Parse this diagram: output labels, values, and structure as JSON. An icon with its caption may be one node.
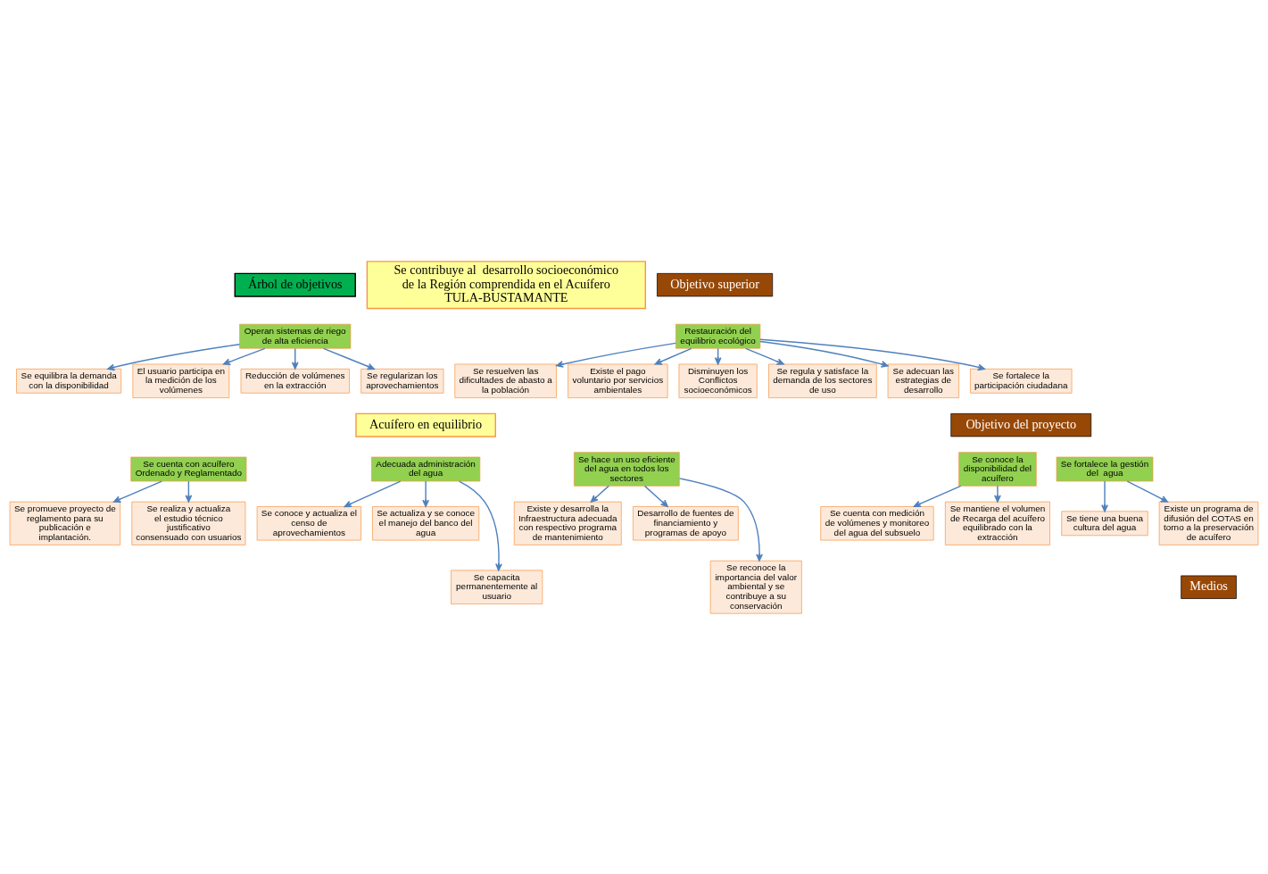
{
  "diagram": {
    "nodes": [
      {
        "text": [
          "Árbol de objetivos"
        ]
      },
      {
        "text": [
          "Se contribuye al  desarrollo socioeconómico de la Región comprendida en el Acuífero TULA-BUSTAMANTE"
        ]
      },
      {
        "text": [
          "Objetivo superior"
        ]
      },
      {
        "text": [
          "Operan sistemas de riego de alta eficiencia"
        ]
      },
      {
        "text": [
          "Restauración del equilibrio ecológico"
        ]
      },
      {
        "text": [
          "Se equilibra la demanda con la disponibilidad"
        ]
      },
      {
        "text": [
          "El usuario participa en la medición de los volúmenes"
        ]
      },
      {
        "text": [
          "Se resuelven las dificultades de abasto a la población"
        ]
      },
      {
        "text": [
          "Existe el pago voluntario por servicios ambientales"
        ]
      },
      {
        "text": [
          "Disminuyen los Conflictos socioeconómicos"
        ]
      },
      {
        "text": [
          "Reducción de volúmenes en la extracción"
        ]
      },
      {
        "text": [
          "Se regularizan los aprovechamientos"
        ]
      },
      {
        "text": [
          "Se regula y satisface la demanda de los sectores de uso"
        ]
      },
      {
        "text": [
          "Se adecuan las estrategias de desarrollo"
        ]
      },
      {
        "text": [
          "Se fortalece la participación ciudadana"
        ]
      },
      {
        "text": [
          "Acuífero en equilibrio"
        ]
      },
      {
        "text": [
          "Objetivo del proyecto"
        ]
      },
      {
        "text": [
          "Se cuenta con acuífero Ordenado y Reglamentado"
        ]
      },
      {
        "text": [
          "Adecuada administración del agua"
        ]
      },
      {
        "text": [
          "Se hace un uso eficiente del agua en todos los sectores"
        ]
      },
      {
        "text": [
          "Se conoce la disponibilidad del acuífero"
        ]
      },
      {
        "text": [
          "Se fortalece la gestión del  agua"
        ]
      },
      {
        "text": [
          "Se promueve proyecto de reglamento para su publicación e implantación."
        ]
      },
      {
        "text": [
          "Se conoce y actualiza el censo de aprovechamientos"
        ]
      },
      {
        "text": [
          "Existe y desarrolla la Infraestructura adecuada con respectivo programa de mantenimiento"
        ]
      },
      {
        "text": [
          "Se cuenta con medición de volúmenes y monitoreo del agua del subsuelo"
        ]
      },
      {
        "text": [
          "Se tiene una buena cultura del agua"
        ]
      },
      {
        "text": [
          "Se realiza y actualiza el estudio técnico justificativo consensuado con usuarios"
        ]
      },
      {
        "text": [
          "Se actualiza y se conoce el manejo del banco del agua"
        ]
      },
      {
        "text": [
          "Desarrollo de fuentes de financiamiento y programas de apoyo"
        ]
      },
      {
        "text": [
          "Se mantiene el volumen de Recarga del acuífero equilibrado con la extracción"
        ]
      },
      {
        "text": [
          "Existe un programa de difusión del COTAS en torno a la preservación de acuífero"
        ]
      },
      {
        "text": [
          "Se capacita permanentemente al usuario"
        ]
      },
      {
        "text": [
          "Se reconoce la importancia del valor ambiental y se contribuye a su conservación"
        ]
      },
      {
        "text": [
          "Medios"
        ]
      }
    ],
    "edges": [
      {
        "from": 3,
        "to": 5,
        "arrow": "to"
      },
      {
        "from": 3,
        "to": 10,
        "arrow": "to"
      },
      {
        "from": 3,
        "to": 6,
        "arrow": "to"
      },
      {
        "from": 3,
        "to": 11,
        "arrow": "to"
      },
      {
        "from": 4,
        "to": 7,
        "arrow": "to"
      },
      {
        "from": 4,
        "to": 12,
        "arrow": "to"
      },
      {
        "from": 4,
        "to": 8,
        "arrow": "to"
      },
      {
        "from": 4,
        "to": 13,
        "arrow": "to"
      },
      {
        "from": 4,
        "to": 9,
        "arrow": "to"
      },
      {
        "from": 4,
        "to": 14,
        "arrow": "to"
      },
      {
        "from": 17,
        "to": 22,
        "arrow": "to"
      },
      {
        "from": 17,
        "to": 27,
        "arrow": "to"
      },
      {
        "from": 18,
        "to": 23,
        "arrow": "to"
      },
      {
        "from": 18,
        "to": 28,
        "arrow": "to"
      },
      {
        "from": 18,
        "to": 32,
        "arrow": "to"
      },
      {
        "from": 19,
        "to": 24,
        "arrow": "to"
      },
      {
        "from": 19,
        "to": 29,
        "arrow": "to"
      },
      {
        "from": 19,
        "to": 33,
        "arrow": "to"
      },
      {
        "from": 20,
        "to": 25,
        "arrow": "to"
      },
      {
        "from": 20,
        "to": 30,
        "arrow": "to"
      },
      {
        "from": 21,
        "to": 26,
        "arrow": "to"
      },
      {
        "from": 21,
        "to": 31,
        "arrow": "to"
      }
    ]
  }
}
